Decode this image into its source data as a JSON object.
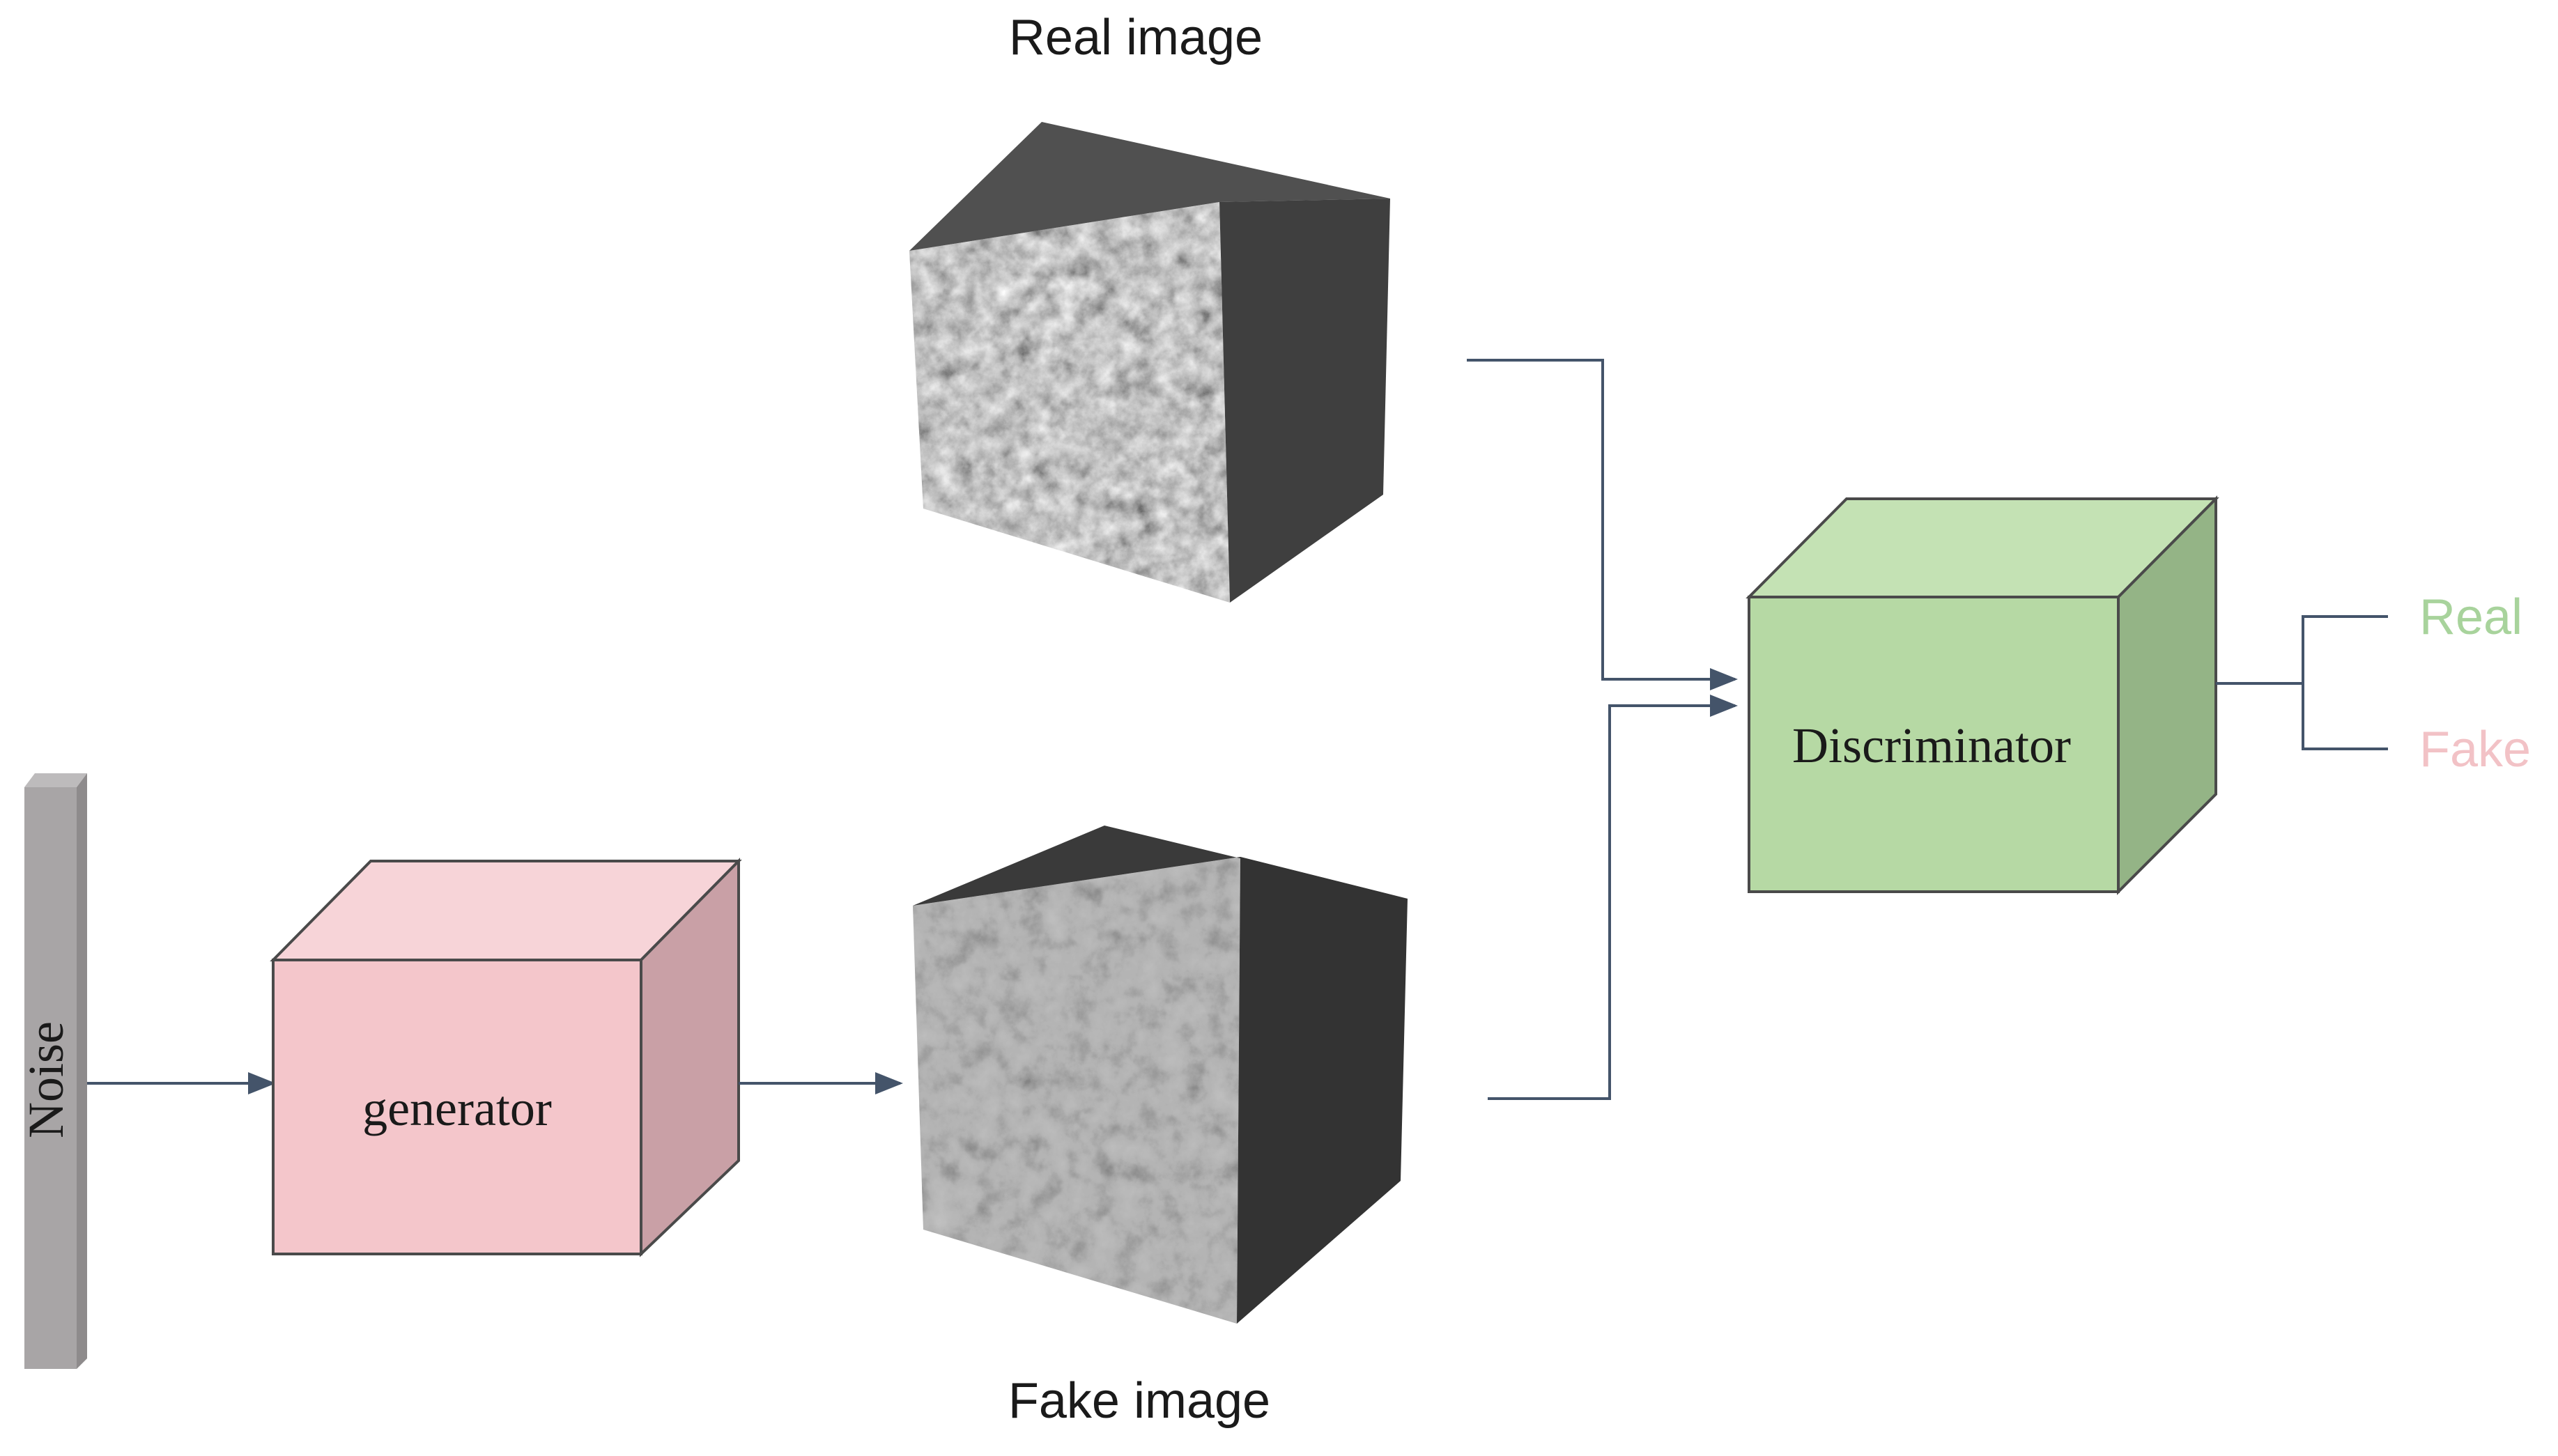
{
  "labels": {
    "real_image": "Real image",
    "fake_image": "Fake image",
    "noise": "Noise",
    "generator": "generator",
    "discriminator": "Discriminator",
    "output_real": "Real",
    "output_fake": "Fake"
  },
  "colors": {
    "noise_front": "#a8a5a6",
    "noise_side": "#8e8b8c",
    "generator_front": "#f4c6cb",
    "generator_top": "#f7d4d8",
    "generator_side": "#c9a0a6",
    "discriminator_front": "#b6d9a4",
    "discriminator_top": "#c4e2b4",
    "discriminator_side": "#94b486",
    "output_real": "#a8d39c",
    "output_fake": "#f2c2c6",
    "connector": "#44546a",
    "box_edge": "#4a4a4a"
  }
}
